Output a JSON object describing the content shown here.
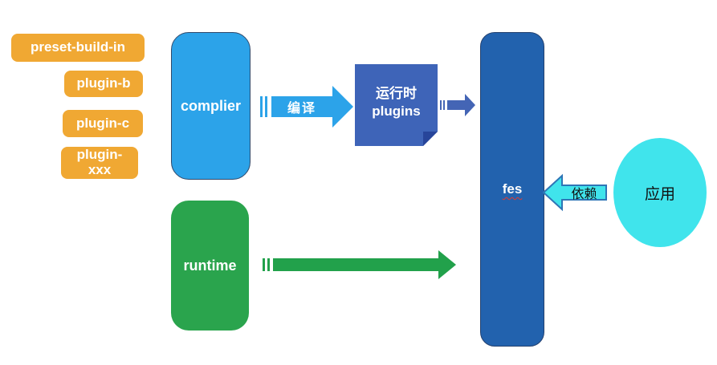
{
  "diagram": {
    "plugin_stack": {
      "items": [
        {
          "label": "preset-build-in"
        },
        {
          "label": "plugin-b"
        },
        {
          "label": "plugin-c"
        },
        {
          "label": "plugin-\nxxx"
        }
      ]
    },
    "compiler": {
      "label": "complier"
    },
    "compile_arrow": {
      "label": "编译"
    },
    "runtime_plugins_note": {
      "line1": "运行时",
      "line2": "plugins"
    },
    "fes": {
      "label": "fes"
    },
    "depends_arrow": {
      "label": "依赖"
    },
    "app": {
      "label": "应用"
    },
    "runtime": {
      "label": "runtime"
    },
    "colors": {
      "plugin_orange": "#F0A833",
      "compiler_blue": "#2CA3E9",
      "note_blue": "#3E64B8",
      "note_fold_blue": "#27459A",
      "connector_blue": "#4465B5",
      "fes_blue": "#2262AE",
      "runtime_green": "#2AA44D",
      "arrow_green": "#22A14B",
      "app_cyan": "#40E4EC",
      "depends_outline": "#2E75B6",
      "spellcheck_red": "#E23B2E"
    }
  }
}
